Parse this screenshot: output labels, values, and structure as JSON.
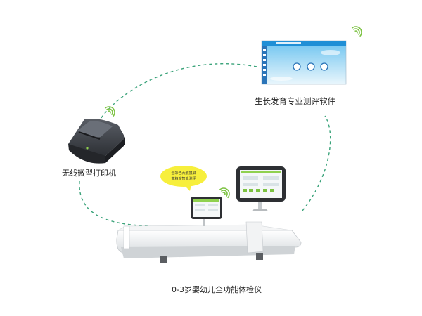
{
  "labels": {
    "software": "生长发育专业测评软件",
    "printer": "无线微型打印机",
    "device": "0-3岁婴幼儿全功能体检仪"
  },
  "bubble": {
    "line1": "全彩色大触摸屏",
    "line2": "高精度智能测评"
  },
  "colors": {
    "dashed_link": "#3aa37a",
    "wifi": "#7cc242",
    "bubble_fill": "#f7ef3c",
    "screen_window": "#1f8fd6",
    "printer_body": "#3b3e45"
  },
  "icons": [
    "wifi-icon",
    "printer-icon",
    "monitor-icon",
    "tablet-icon",
    "measuring-board-icon"
  ]
}
